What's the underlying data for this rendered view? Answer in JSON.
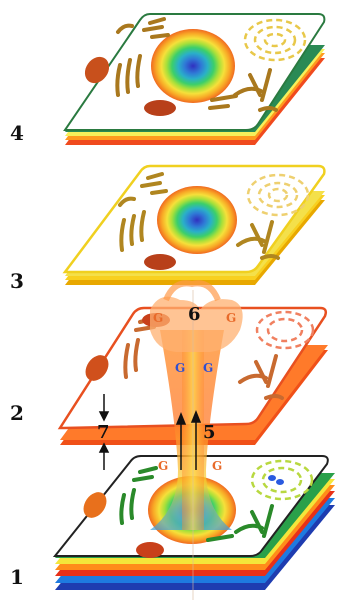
{
  "layers": [
    {
      "label": "4",
      "edge_colors": [
        "#2a8a55",
        "#f6f05a",
        "#ff9a1e",
        "#f04a1e"
      ],
      "top_color": "#ffffff"
    },
    {
      "label": "3",
      "edge_colors": [
        "#f4e04a",
        "#f8d020",
        "#e8a800"
      ],
      "top_color": "#ffffff"
    },
    {
      "label": "2",
      "edge_colors": [
        "#ff7a2a",
        "#f05018"
      ],
      "top_color": "#ffffff"
    },
    {
      "label": "1",
      "edge_colors": [
        "#2aa04a",
        "#f4e63a",
        "#ff8c1a",
        "#e83018",
        "#1e7ae0",
        "#1e3cb0"
      ],
      "top_color": "#ffffff"
    }
  ],
  "annotations": {
    "top_marker": "6",
    "right_marker": "5",
    "left_marker": "7",
    "g_letter": "G"
  },
  "colors": {
    "nucleus_ring": [
      "#3030c0",
      "#2f7ad6",
      "#2ab0c8",
      "#3ccf6a",
      "#a8e03a",
      "#f6e03a",
      "#f8a826",
      "#f06a20"
    ],
    "organelle_brown": "#a9781e",
    "mitochondria": "#c8501c",
    "stream_orange": "#ff8a3a"
  },
  "icons": [
    "organelle-glyph",
    "vesicle-ring",
    "mitochondrion-glyph",
    "arrow-up",
    "arrow-down"
  ]
}
